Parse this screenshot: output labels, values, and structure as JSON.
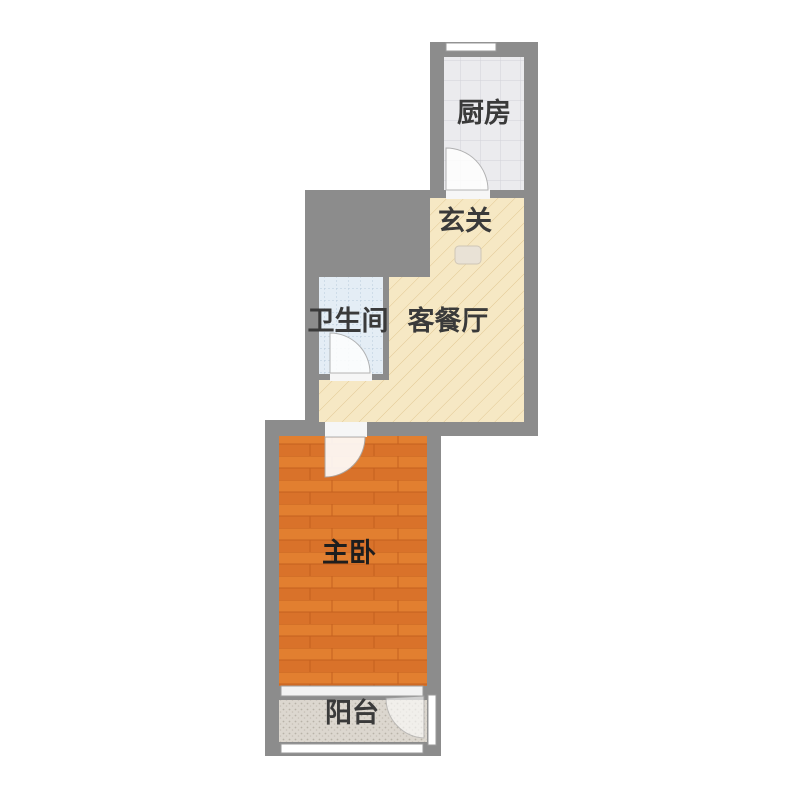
{
  "rooms": {
    "kitchen": {
      "label": "厨房",
      "floor": "tile-light"
    },
    "entrance": {
      "label": "玄关"
    },
    "bathroom": {
      "label": "卫生间",
      "floor": "tile-blue"
    },
    "living_dining": {
      "label": "客餐厅",
      "floor": "hatched-beige"
    },
    "master_bedroom": {
      "label": "主卧",
      "floor": "wood-orange"
    },
    "balcony": {
      "label": "阳台",
      "floor": "tile-grey"
    }
  },
  "colors": {
    "wall": "#8c8c8c",
    "living_floor": "#f5e6c0",
    "bedroom_floor": "#e07a2c",
    "kitchen_floor": "#e8e8ea",
    "bathroom_floor": "#dfe9f2",
    "balcony_floor": "#d9d4cc",
    "window": "#ffffff"
  }
}
